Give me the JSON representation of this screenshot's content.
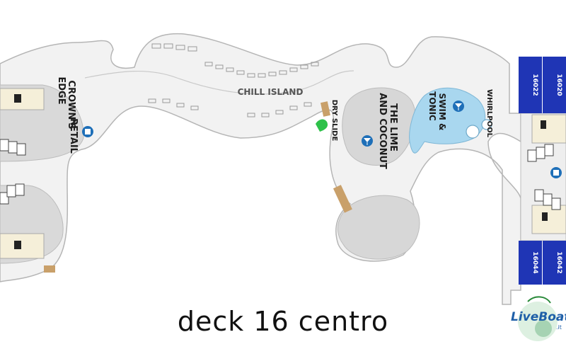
{
  "map": {
    "venues": {
      "chill_island": "CHILL ISLAND",
      "crowns_edge": "CROWN'S",
      "crowns_edge_2": "EDGE",
      "retail": "RETAIL",
      "dry_slide": "DRY SLIDE",
      "lime_coconut_1": "THE LIME",
      "lime_coconut_2": "AND COCONUT",
      "swim_tonic_1": "SWIM &",
      "swim_tonic_2": "TONIC",
      "whirlpool": "WHIRLPOOL"
    },
    "cabins": [
      "16022",
      "16020",
      "16044",
      "16042"
    ],
    "colors": {
      "deck": "#efefef",
      "deck_outline": "#bdbdbd",
      "interior": "#d9d9d9",
      "cabin": "#1f35b5",
      "pool": "#a9d7ef",
      "icon": "#1e6fb8",
      "slide": "#2ec14a",
      "wood": "#c9a06a"
    }
  },
  "caption": "deck 16 centro",
  "logo": {
    "brand": "LiveBoat",
    "suffix": ".it"
  }
}
